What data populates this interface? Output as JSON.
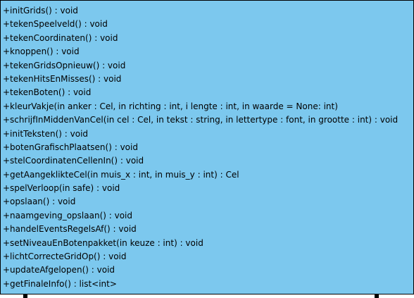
{
  "class_box": {
    "fill_color": "#7cc8ee",
    "border_color": "#000000",
    "methods": [
      "+initGrids() : void",
      "+tekenSpeelveld() : void",
      "+tekenCoordinaten() : void",
      "+knoppen() : void",
      "+tekenGridsOpnieuw() : void",
      "+tekenHitsEnMisses() : void",
      "+tekenBoten() : void",
      "+kleurVakje(in anker : Cel, in richting : int, i lengte : int, in waarde = None: int)",
      "+schrijfInMiddenVanCel(in cel : Cel, in tekst : string, in lettertype : font, in grootte : int) : void",
      "+initTeksten() : void",
      "+botenGrafischPlaatsen() : void",
      "+stelCoordinatenCellenIn() : void",
      "+getAangeklikteCel(in muis_x : int, in muis_y : int) : Cel",
      "+spelVerloop(in safe) : void",
      "+opslaan() : void",
      "+naamgeving_opslaan() : void",
      "+handelEventsRegelsAf() : void",
      "+setNiveauEnBotenpakket(in keuze : int) : void",
      "+lichtCorrecteGridOp() : void",
      "+updateAfgelopen() : void",
      "+getFinaleInfo() : list<int>"
    ]
  }
}
